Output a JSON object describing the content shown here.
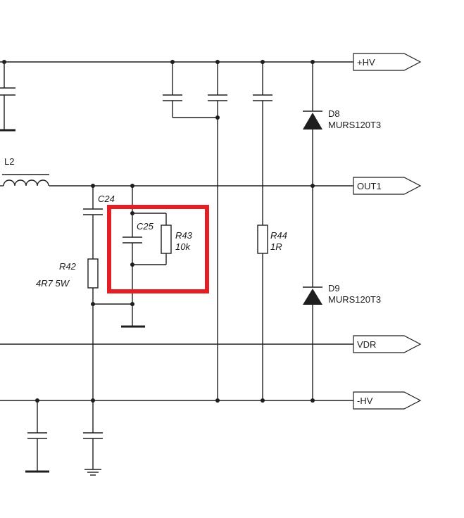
{
  "highlight_color": "#e31e24",
  "ports": {
    "hv_pos": "+HV",
    "out1": "OUT1",
    "vdr": "VDR",
    "hv_neg": "-HV"
  },
  "components": {
    "l2": "L2",
    "c24": "C24",
    "c25": "C25",
    "r42_ref": "R42",
    "r42_val": "4R7 5W",
    "r43_ref": "R43",
    "r43_val": "10k",
    "r44_ref": "R44",
    "r44_val": "1R",
    "d8_ref": "D8",
    "d8_val": "MURS120T3",
    "d9_ref": "D9",
    "d9_val": "MURS120T3"
  }
}
